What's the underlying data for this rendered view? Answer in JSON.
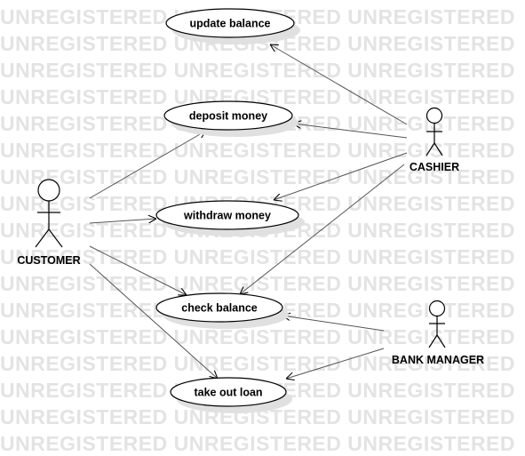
{
  "watermark": {
    "text": "UNREGISTERED",
    "color": "#e3e3e3"
  },
  "colors": {
    "stroke": "#000000",
    "usecase_fill": "#ffffff",
    "shadow": "#e0e0e0",
    "background": "#ffffff"
  },
  "actors": {
    "customer": "CUSTOMER",
    "cashier": "CASHIER",
    "bank_manager": "BANK MANAGER"
  },
  "use_cases": {
    "update_balance": "update balance",
    "deposit_money": "deposit money",
    "withdraw_money": "withdraw money",
    "check_balance": "check balance",
    "take_out_loan": "take out loan"
  },
  "associations": [
    {
      "from": "cashier",
      "to": "update_balance"
    },
    {
      "from": "cashier",
      "to": "deposit_money"
    },
    {
      "from": "cashier",
      "to": "withdraw_money"
    },
    {
      "from": "cashier",
      "to": "check_balance"
    },
    {
      "from": "customer",
      "to": "deposit_money"
    },
    {
      "from": "customer",
      "to": "withdraw_money"
    },
    {
      "from": "customer",
      "to": "check_balance"
    },
    {
      "from": "customer",
      "to": "take_out_loan"
    },
    {
      "from": "bank_manager",
      "to": "check_balance"
    },
    {
      "from": "bank_manager",
      "to": "take_out_loan"
    }
  ]
}
